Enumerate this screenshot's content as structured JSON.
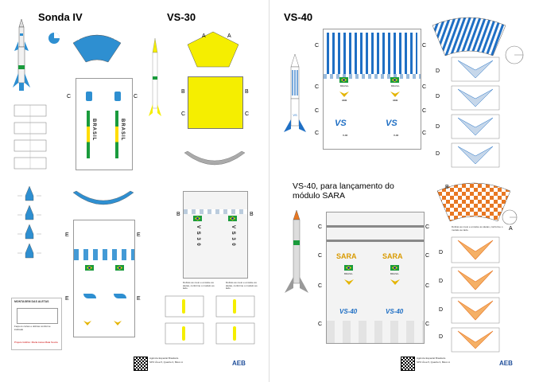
{
  "sections": {
    "sonda_iv": "Sonda IV",
    "vs30": "VS-30",
    "vs40": "VS-40",
    "vs40_sara": "VS-40, para lançamento do módulo SARA"
  },
  "letters": {
    "a": "A",
    "b": "B",
    "c": "C",
    "d": "D",
    "e": "E"
  },
  "body_text": {
    "brasil": "BRASIL",
    "sara": "SARA",
    "vs40_logo": "VS-40",
    "v02": "V-02",
    "aeb": "AEB",
    "vs30_vertical": "V S 3 0"
  },
  "instructions_box": {
    "title": "MONTAGEM DAS ALETAS",
    "caption": "Faça os cortes e dobras conforme indicado",
    "credit": "Projeto Gráfico: Maria Aurea Maia Souza"
  },
  "small_notes": {
    "sonda_vs30": "Dobras ao meio e encaixe as aletas, conforme o modelo ao lado.",
    "sara_note": "Dobras ao meio e encaixe as aletas, conforme o modelo ao lado."
  },
  "footer": {
    "org": "Agência Espacial Brasileira",
    "address": "SPO Área 5, Quadra 3, Bloco A",
    "logo": "AEB"
  },
  "colors": {
    "sonda_blue": "#2e8fd1",
    "vs30_yellow": "#f5ee00",
    "vs40_blue": "#1f6fc4",
    "sara_orange": "#e87722",
    "gray_ring": "#aaaaaa",
    "brazil_green": "#1a9b3c",
    "brazil_yellow": "#ffdd00"
  }
}
